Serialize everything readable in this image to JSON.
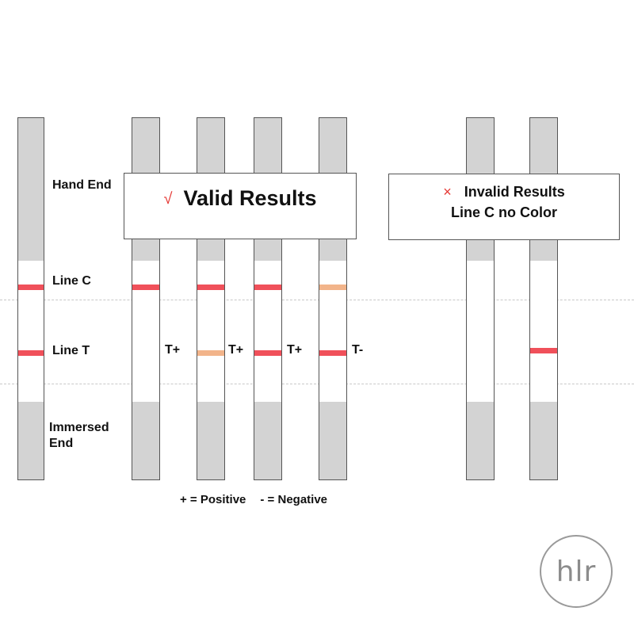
{
  "labels": {
    "hand_end": "Hand End",
    "line_c": "Line C",
    "line_t": "Line T",
    "immersed_end": "Immersed End"
  },
  "valid": {
    "check_icon": "√",
    "title": "Valid Results"
  },
  "invalid": {
    "cross_icon": "×",
    "title": "Invalid Results",
    "subtitle": "Line C no Color"
  },
  "strip_results": [
    "T+",
    "T+",
    "T+",
    "T-"
  ],
  "legend": {
    "positive": "+ = Positive",
    "negative": "- = Negative"
  },
  "colors": {
    "strong_band": "#f0505a",
    "faint_band": "#f2b48a",
    "strip_cap": "#d3d3d3",
    "accent": "#e53935"
  },
  "logo": {
    "text": "hlr"
  }
}
